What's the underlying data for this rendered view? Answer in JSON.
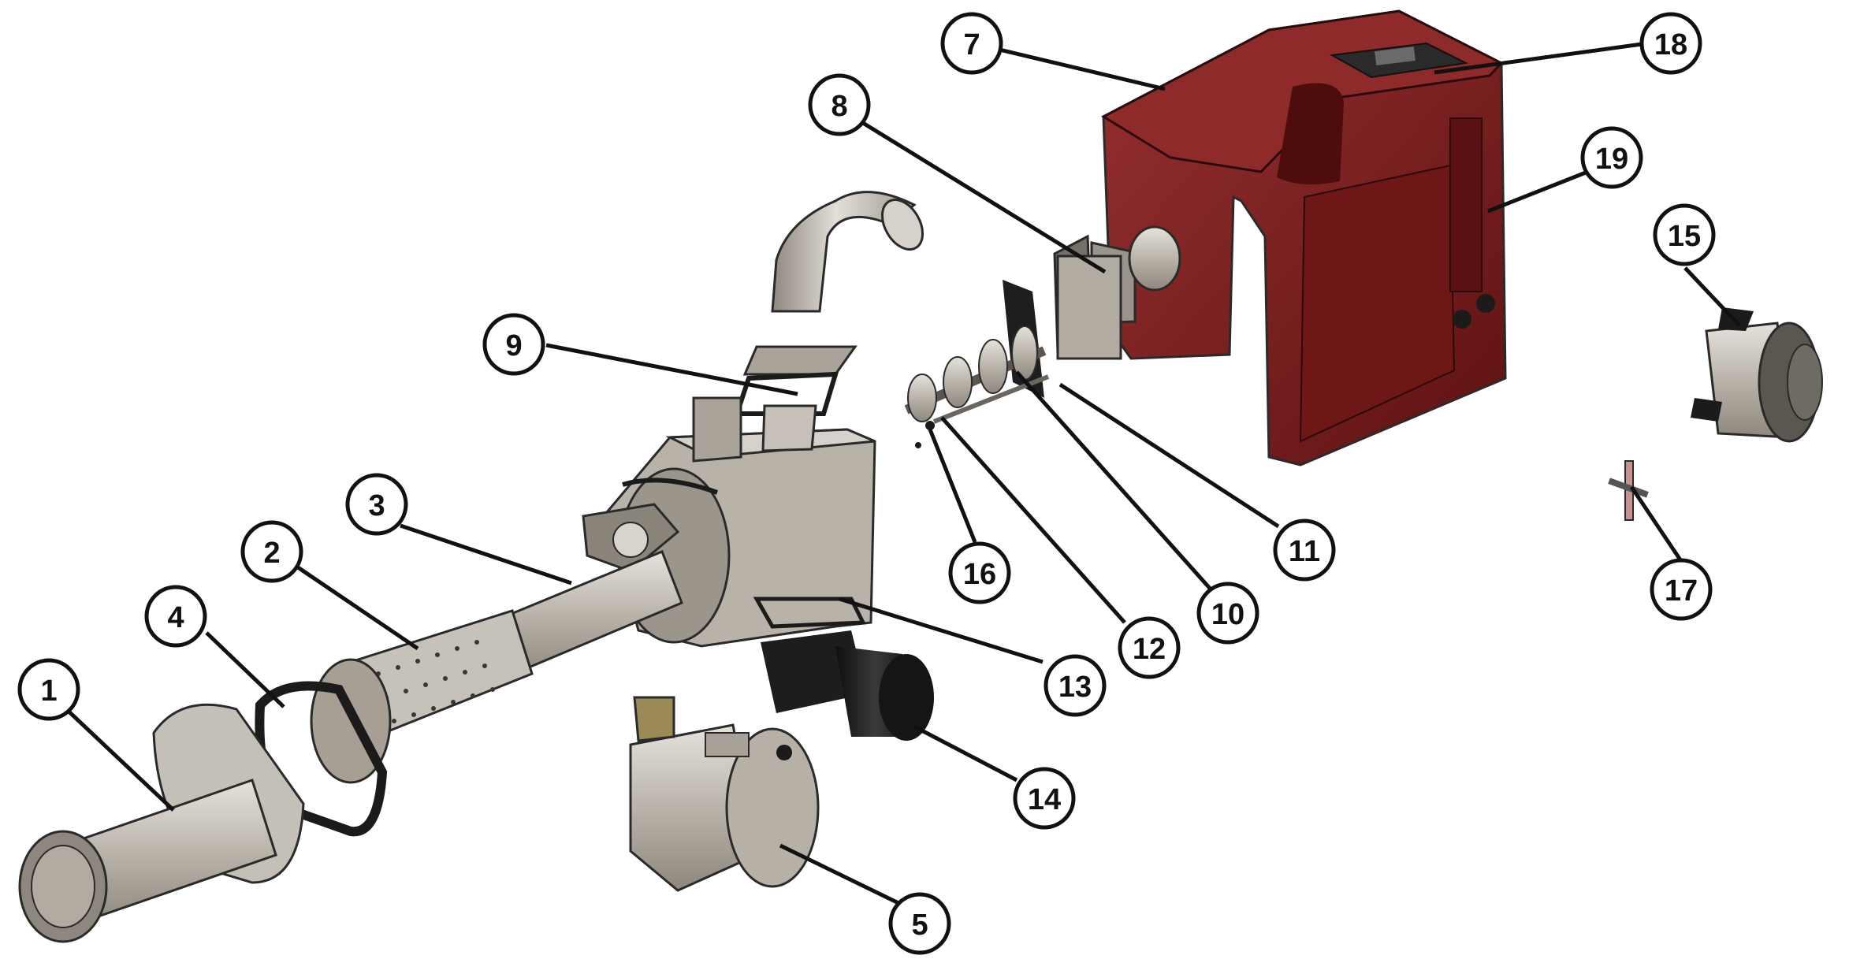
{
  "colors": {
    "housing_red": "#7a1a1a",
    "housing_red_light": "#963030",
    "steel_light": "#d8d4cd",
    "steel_mid": "#b7b1a8",
    "steel_dark": "#8e877e",
    "black": "#1b1b1b",
    "brass": "#9b8a55"
  },
  "callouts": [
    {
      "id": "c1",
      "label": "1"
    },
    {
      "id": "c2",
      "label": "2"
    },
    {
      "id": "c3",
      "label": "3"
    },
    {
      "id": "c4",
      "label": "4"
    },
    {
      "id": "c5",
      "label": "5"
    },
    {
      "id": "c7",
      "label": "7"
    },
    {
      "id": "c8",
      "label": "8"
    },
    {
      "id": "c9",
      "label": "9"
    },
    {
      "id": "c10",
      "label": "10"
    },
    {
      "id": "c11",
      "label": "11"
    },
    {
      "id": "c12",
      "label": "12"
    },
    {
      "id": "c13",
      "label": "13"
    },
    {
      "id": "c14",
      "label": "14"
    },
    {
      "id": "c15",
      "label": "15"
    },
    {
      "id": "c16",
      "label": "16"
    },
    {
      "id": "c17",
      "label": "17"
    },
    {
      "id": "c18",
      "label": "18"
    },
    {
      "id": "c19",
      "label": "19"
    }
  ]
}
